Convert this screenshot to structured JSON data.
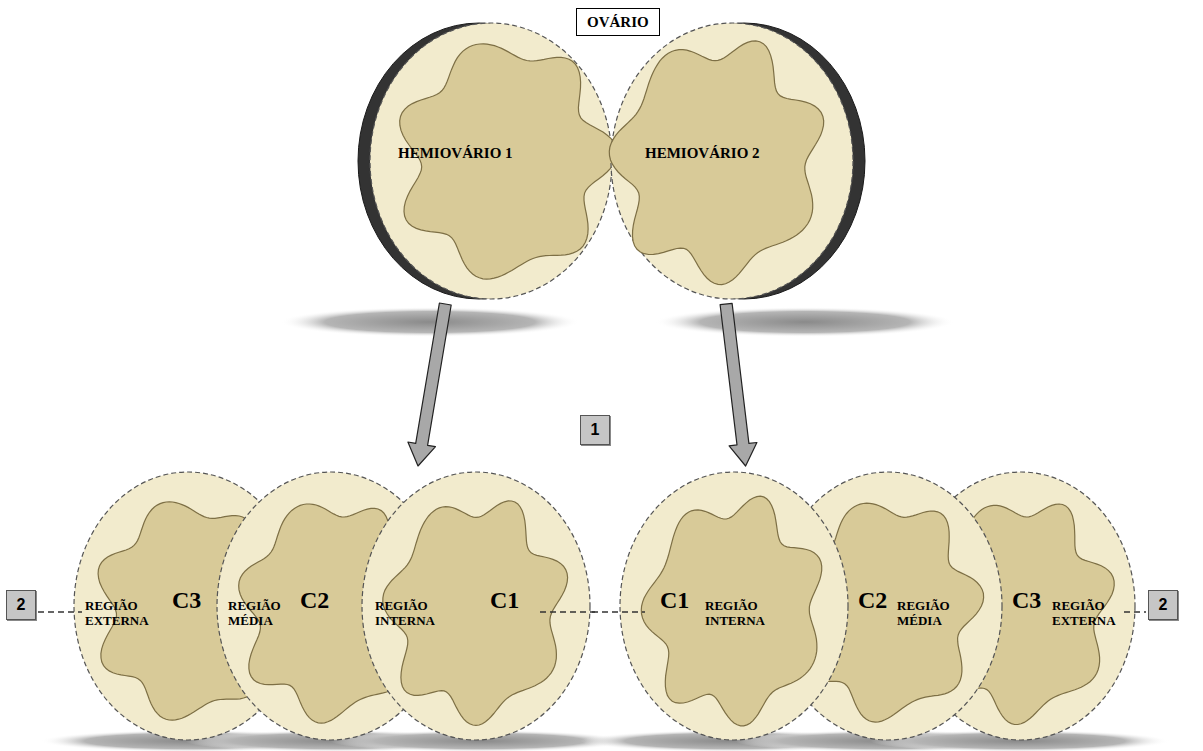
{
  "diagram": {
    "nodes": [
      {
        "text": [
          "OVÁRIO"
        ]
      },
      {
        "text": [
          "HEMIOVÁRIO 1"
        ]
      },
      {
        "text": [
          "HEMIOVÁRIO 2"
        ]
      },
      {
        "text": [
          "REGIÃO EXTERNA",
          "C3"
        ]
      },
      {
        "text": [
          "REGIÃO MÉDIA",
          "C2"
        ]
      },
      {
        "text": [
          "REGIÃO INTERNA",
          "C1"
        ]
      },
      {
        "text": [
          "C1",
          "REGIÃO INTERNA"
        ]
      },
      {
        "text": [
          "C2",
          "REGIÃO MÉDIA"
        ]
      },
      {
        "text": [
          "C3",
          "REGIÃO EXTERNA"
        ]
      }
    ],
    "edges": [
      {
        "from": 1,
        "to": 5,
        "arrow": "to"
      },
      {
        "from": 2,
        "to": 6,
        "arrow": "to"
      }
    ],
    "labels": [
      "1",
      "2",
      "2"
    ]
  }
}
